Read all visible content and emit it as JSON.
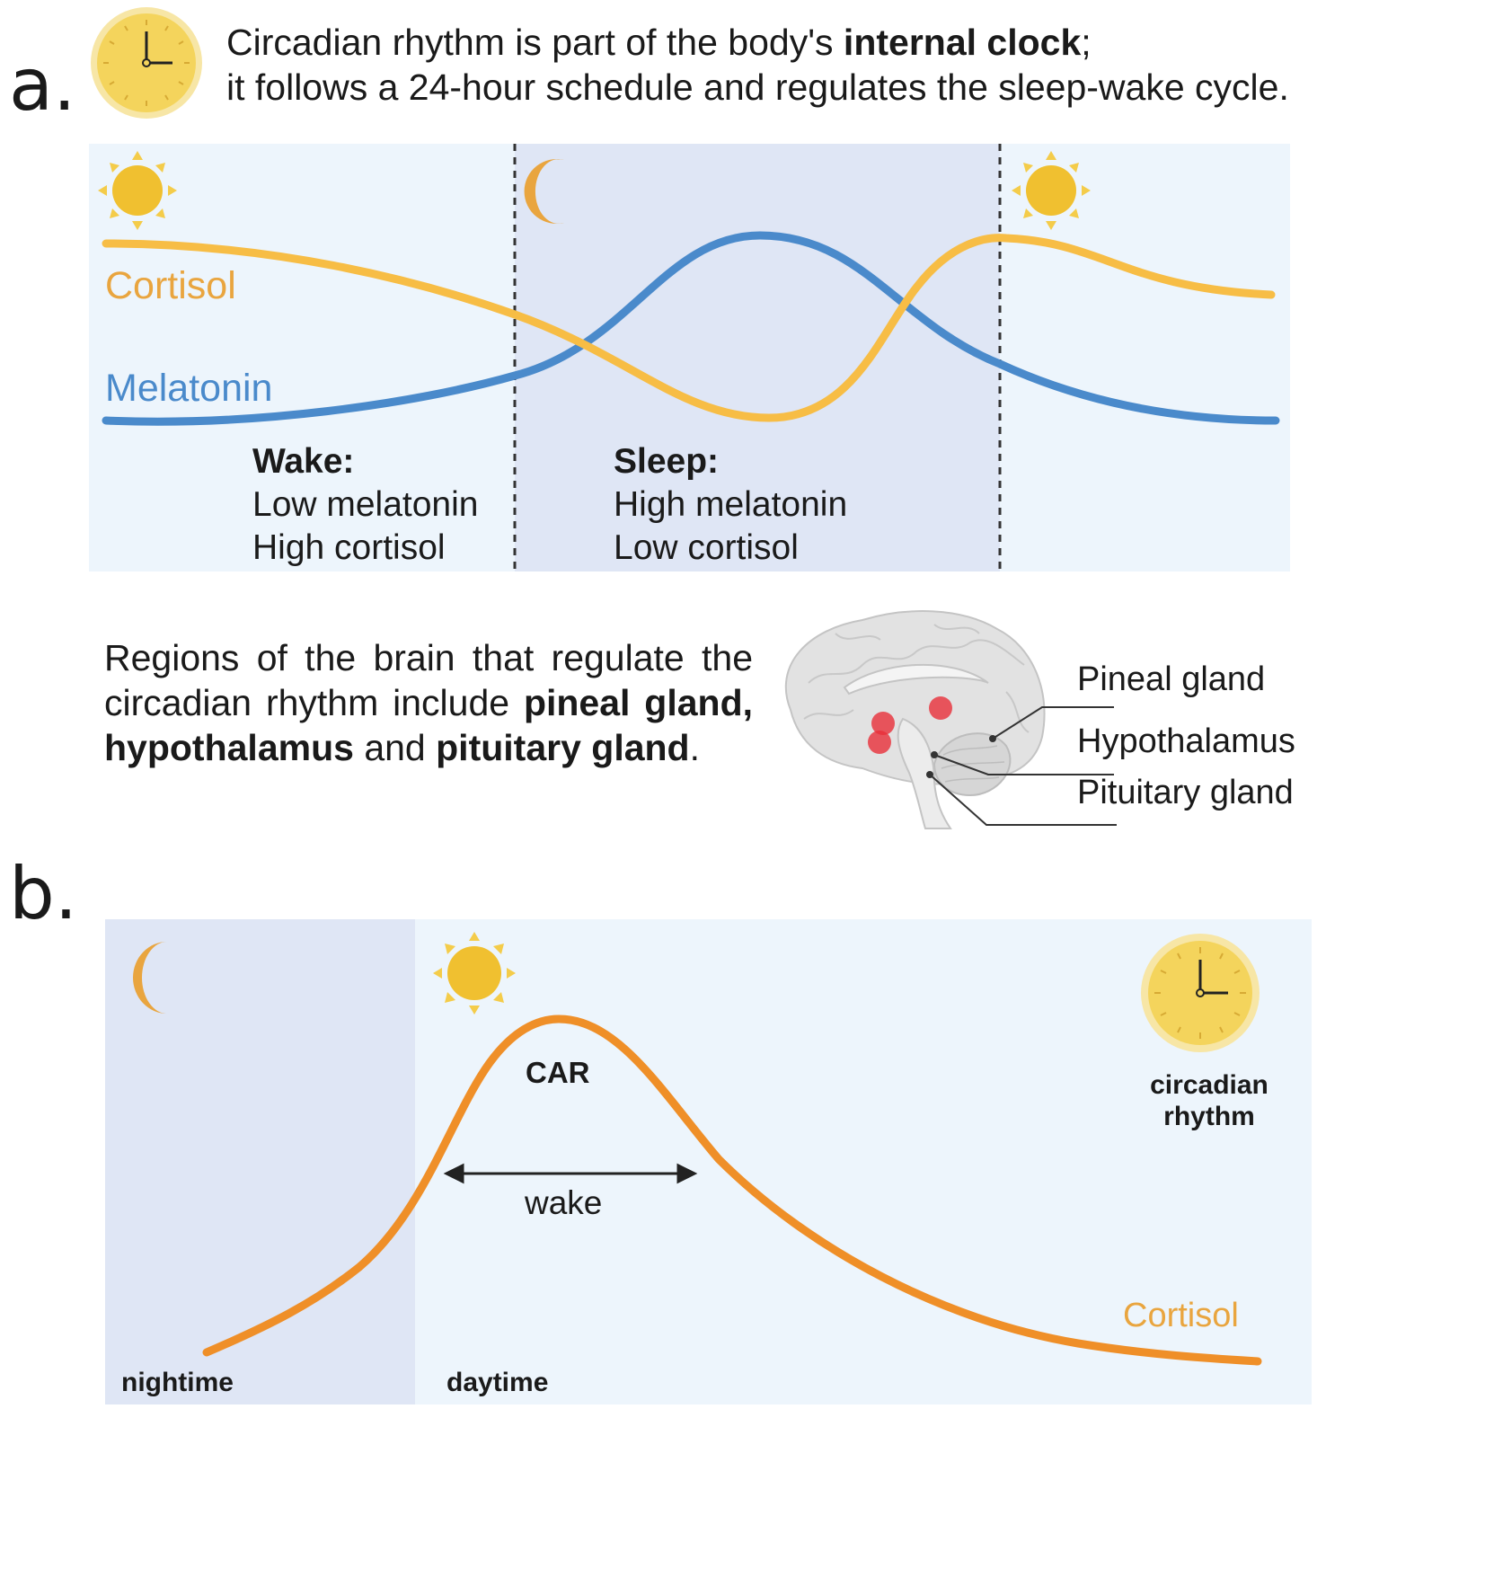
{
  "colors": {
    "cortisol": "#f7bd45",
    "melatonin": "#4a8acb",
    "cortisol_b": "#ef8f28",
    "day_bg": "#edf5fc",
    "night_bg": "#dfe6f5",
    "sun": "#f0c030",
    "moon": "#e9a53f",
    "clock_face": "#f4d45c",
    "highlight": "#e8303a"
  },
  "panel_a": {
    "label": "a.",
    "intro": {
      "line1_prefix": "Circadian rhythm is part of the body's ",
      "line1_bold": "internal clock",
      "line1_suffix": ";",
      "line2": "it follows a 24-hour schedule and regulates the sleep-wake cycle."
    },
    "cortisol_label": "Cortisol",
    "melatonin_label": "Melatonin",
    "wake": {
      "title": "Wake:",
      "line1": "Low melatonin",
      "line2": "High cortisol"
    },
    "sleep": {
      "title": "Sleep:",
      "line1": "High melatonin",
      "line2": "Low cortisol"
    },
    "regions": {
      "prefix": "Regions of the brain that regulate the circadian rhythm include ",
      "bold1": "pineal gland,",
      "space": " ",
      "bold2": "hypothalamus",
      "middle": " and ",
      "bold3": "pituitary gland",
      "suffix": "."
    },
    "brain_labels": {
      "pineal": "Pineal gland",
      "hypothalamus": "Hypothalamus",
      "pituitary": "Pituitary gland"
    }
  },
  "panel_b": {
    "label": "b.",
    "car_label": "CAR",
    "wake_label": "wake",
    "clock_caption_line1": "circadian",
    "clock_caption_line2": "rhythm",
    "cortisol_label": "Cortisol",
    "nighttime_label": "nightime",
    "daytime_label": "daytime"
  },
  "icons": {
    "clock_a": "clock-icon",
    "sun_left": "sun-icon",
    "moon": "moon-icon",
    "sun_right": "sun-icon",
    "brain": "brain-icon",
    "moon_b": "moon-icon",
    "sun_b": "sun-icon",
    "clock_b": "clock-icon"
  }
}
